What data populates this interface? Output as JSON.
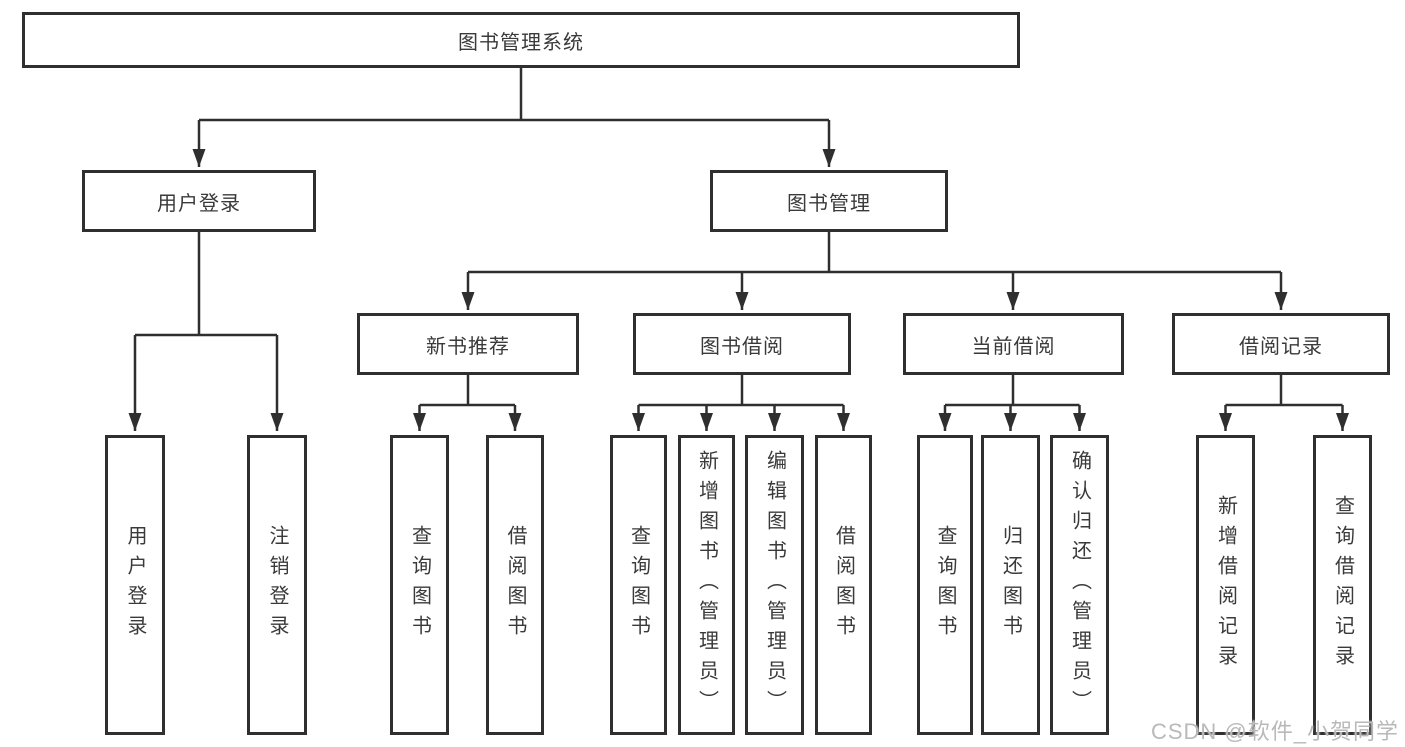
{
  "diagram": {
    "root": {
      "label": "图书管理系统"
    },
    "branches": [
      {
        "label": "用户登录",
        "children": [
          {
            "label": "用户登录"
          },
          {
            "label": "注销登录"
          }
        ]
      },
      {
        "label": "图书管理",
        "children": [
          {
            "label": "新书推荐",
            "children": [
              {
                "label": "查询图书"
              },
              {
                "label": "借阅图书"
              }
            ]
          },
          {
            "label": "图书借阅",
            "children": [
              {
                "label": "查询图书"
              },
              {
                "label": "新增图书（管理员）"
              },
              {
                "label": "编辑图书（管理员）"
              },
              {
                "label": "借阅图书"
              }
            ]
          },
          {
            "label": "当前借阅",
            "children": [
              {
                "label": "查询图书"
              },
              {
                "label": "归还图书"
              },
              {
                "label": "确认归还（管理员）"
              }
            ]
          },
          {
            "label": "借阅记录",
            "children": [
              {
                "label": "新增借阅记录"
              },
              {
                "label": "查询借阅记录"
              }
            ]
          }
        ]
      }
    ]
  },
  "watermark": {
    "text": "CSDN @软件_小贺同学"
  },
  "colors": {
    "line": "#2f2f2f",
    "text": "#3a3a3a",
    "background": "#ffffff",
    "watermark": "#b9b9b9"
  }
}
